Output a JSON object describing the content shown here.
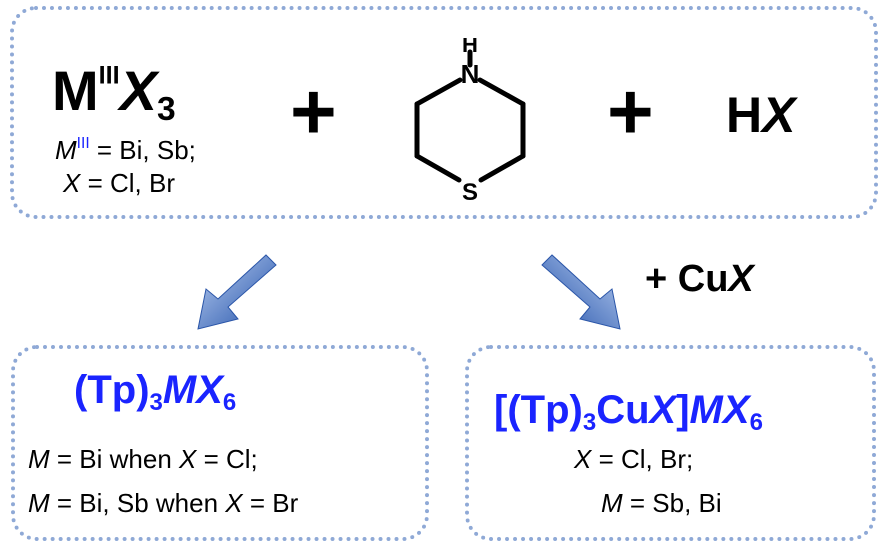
{
  "reagent": {
    "metal_symbol": "M",
    "oxidation_superscript": "III",
    "halide_symbol": "X",
    "halide_count": "3",
    "metal_label": "M",
    "metal_label_sup": "III",
    "metal_values": " = Bi, Sb;",
    "halide_label": "X",
    "halide_values": " = Cl, Br"
  },
  "plus_sign": "+",
  "amine": {
    "nh_label": "H",
    "n_label": "N",
    "s_label": "S"
  },
  "acid": {
    "prefix": "H",
    "halide": "X"
  },
  "copper_reagent": {
    "prefix": "+ Cu",
    "halide": "X"
  },
  "left_product": {
    "ligand": "(Tp)",
    "ligand_count": "3",
    "metal": "M",
    "halide": "X",
    "halide_count": "6",
    "condition_1": {
      "metal": "M",
      "text1": " = Bi when ",
      "halide": "X",
      "text2": " = Cl;"
    },
    "condition_2": {
      "metal": "M",
      "text1": " = Bi, Sb when ",
      "halide": "X",
      "text2": " = Br"
    }
  },
  "right_product": {
    "bracket_open": "[",
    "ligand": "(Tp)",
    "ligand_count": "3",
    "copper": "Cu",
    "halide_inner": "X",
    "bracket_close": "]",
    "metal": "M",
    "halide": "X",
    "halide_count": "6",
    "condition_1": {
      "halide": "X",
      "text": " = Cl, Br;"
    },
    "condition_2": {
      "metal": "M",
      "text": " = Sb, Bi"
    }
  },
  "colors": {
    "border": "#8fa9d6",
    "product_text": "#1a24ff",
    "superscript": "#1a24ff",
    "arrow_fill": "#2f63bf"
  },
  "icons": [
    "plus-icon",
    "thiomorpholine-structure",
    "down-left-arrow-icon",
    "down-right-arrow-icon"
  ]
}
